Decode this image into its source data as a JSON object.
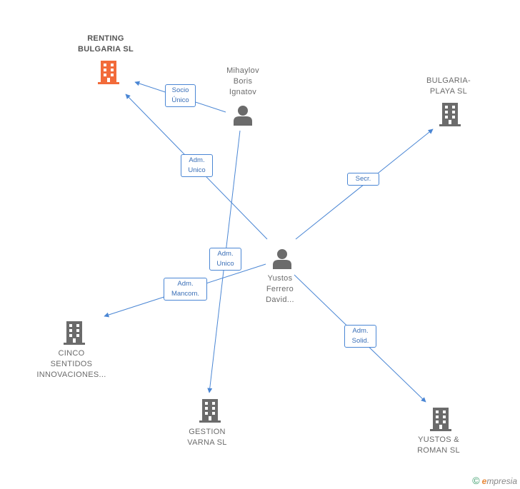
{
  "colors": {
    "edge": "#4a86d4",
    "icon_gray": "#6b6b6b",
    "icon_highlight": "#f26b3a"
  },
  "nodes": {
    "renting": {
      "lines": [
        "RENTING",
        "BULGARIA SL"
      ],
      "icon": "building-icon"
    },
    "mihaylov": {
      "lines": [
        "Mihaylov",
        "Boris",
        "Ignatov"
      ],
      "icon": "person-icon"
    },
    "bulgaria_playa": {
      "lines": [
        "BULGARIA-",
        "PLAYA SL"
      ],
      "icon": "building-icon"
    },
    "yustos": {
      "lines": [
        "Yustos",
        "Ferrero",
        "David..."
      ],
      "icon": "person-icon"
    },
    "cinco": {
      "lines": [
        "CINCO",
        "SENTIDOS",
        "INNOVACIONES..."
      ],
      "icon": "building-icon"
    },
    "gestion": {
      "lines": [
        "GESTION",
        "VARNA SL"
      ],
      "icon": "building-icon"
    },
    "yustos_roman": {
      "lines": [
        "YUSTOS &",
        "ROMAN SL"
      ],
      "icon": "building-icon"
    }
  },
  "edges": {
    "socio_unico": [
      "Socio",
      "Único"
    ],
    "adm_unico_renting": [
      "Adm.",
      "Unico"
    ],
    "secr": [
      "Secr."
    ],
    "adm_unico_gestion": [
      "Adm.",
      "Unico"
    ],
    "adm_mancom": [
      "Adm.",
      "Mancom."
    ],
    "adm_solid": [
      "Adm.",
      "Solid."
    ]
  },
  "footer": {
    "copyright_symbol": "©",
    "brand_initial": "e",
    "brand_rest": "mpresia"
  }
}
